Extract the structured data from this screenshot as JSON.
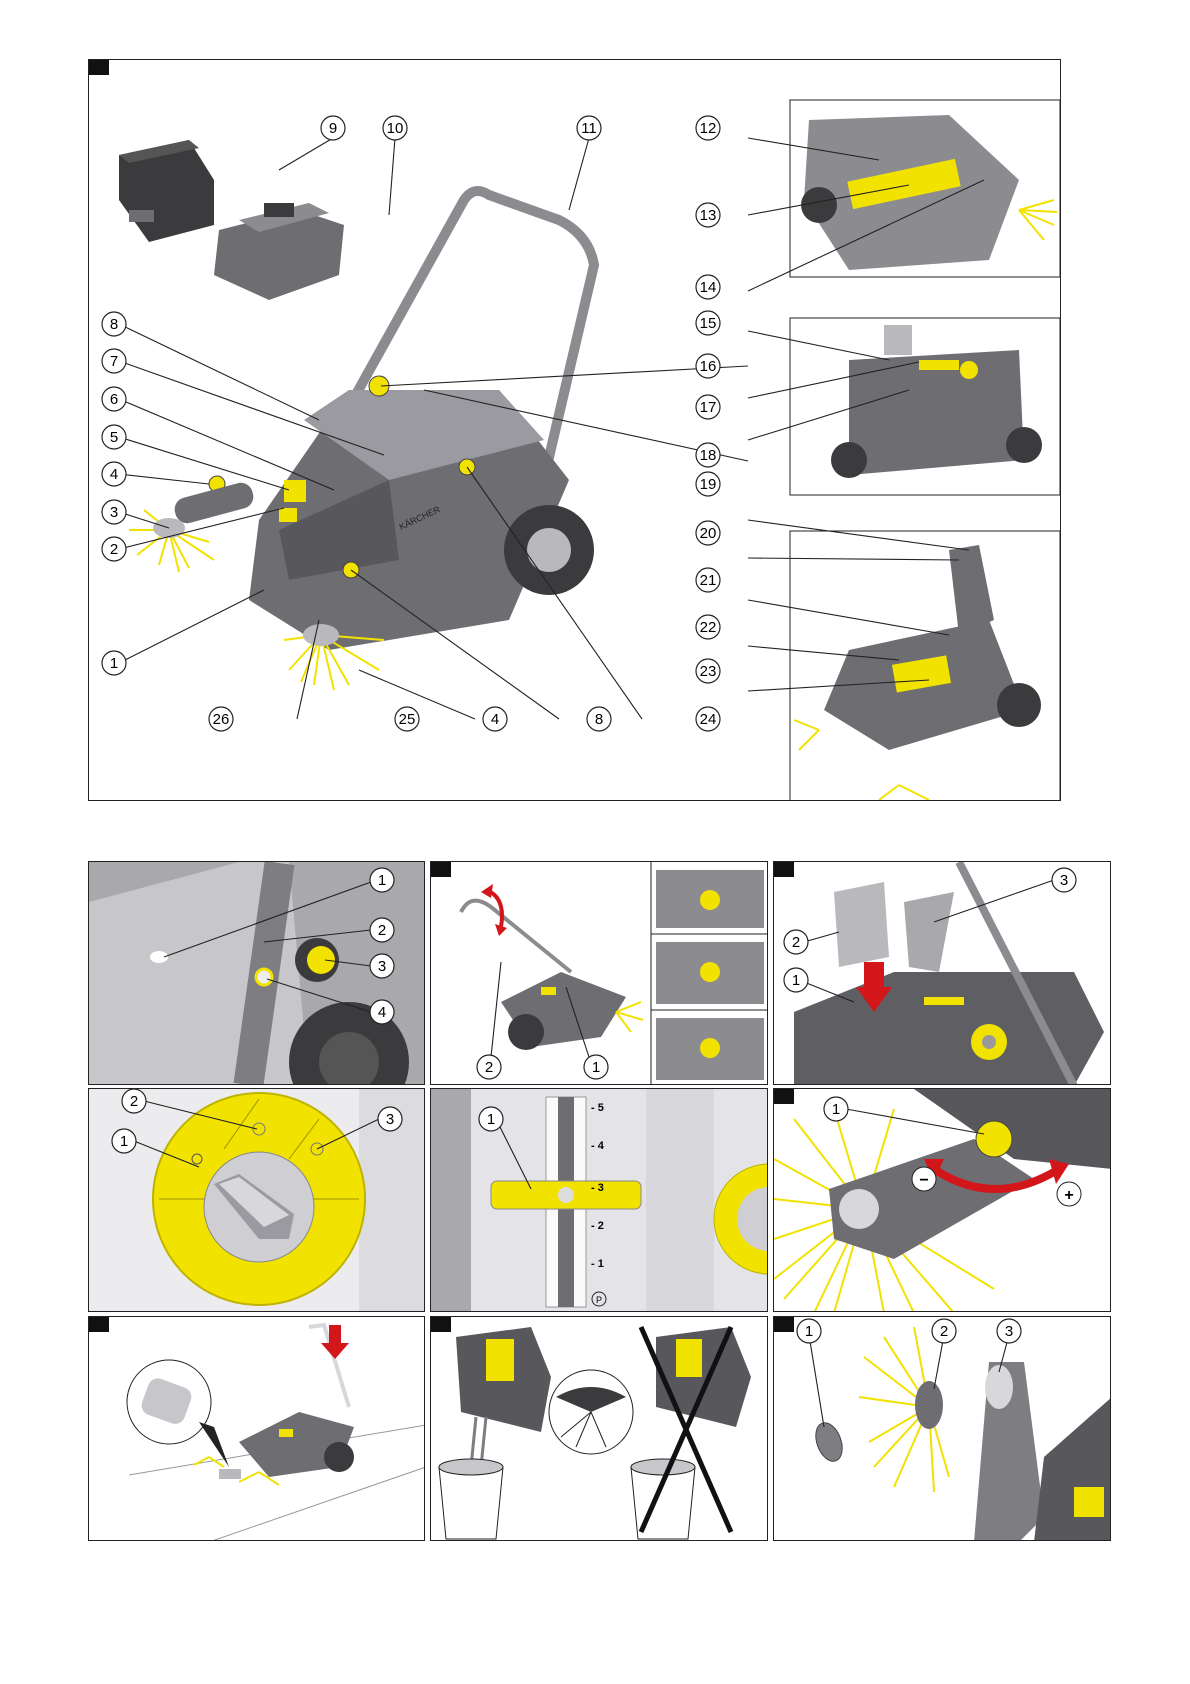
{
  "main_figure": {
    "callouts": [
      "1",
      "2",
      "3",
      "4",
      "5",
      "6",
      "7",
      "8",
      "9",
      "10",
      "11",
      "12",
      "13",
      "14",
      "15",
      "16",
      "17",
      "18",
      "19",
      "20",
      "21",
      "22",
      "23",
      "24",
      "25",
      "26",
      "4",
      "8"
    ],
    "brand": "KÄRCHER"
  },
  "fig_b": {
    "callouts": [
      "1",
      "2",
      "3",
      "4"
    ]
  },
  "fig_c": {
    "callouts": [
      "1",
      "2"
    ]
  },
  "fig_d": {
    "callouts": [
      "1",
      "2",
      "3"
    ]
  },
  "fig_e": {
    "callouts": [
      "1",
      "2",
      "3"
    ]
  },
  "fig_f": {
    "callouts": [
      "1"
    ],
    "scale": [
      "- 5",
      "- 4",
      "- 3",
      "- 2",
      "- 1"
    ],
    "parking": "P"
  },
  "fig_g": {
    "callouts": [
      "1"
    ],
    "minus": "−",
    "plus": "+"
  },
  "fig_h": {
    "callouts": []
  },
  "fig_i": {
    "callouts": []
  },
  "fig_j": {
    "callouts": [
      "1",
      "2",
      "3"
    ]
  },
  "colors": {
    "yellow": "#f2e200",
    "grey_dark": "#3b3b3d",
    "grey_mid": "#6e6e72",
    "grey_light": "#b9b9bd",
    "red": "#d3161a"
  }
}
